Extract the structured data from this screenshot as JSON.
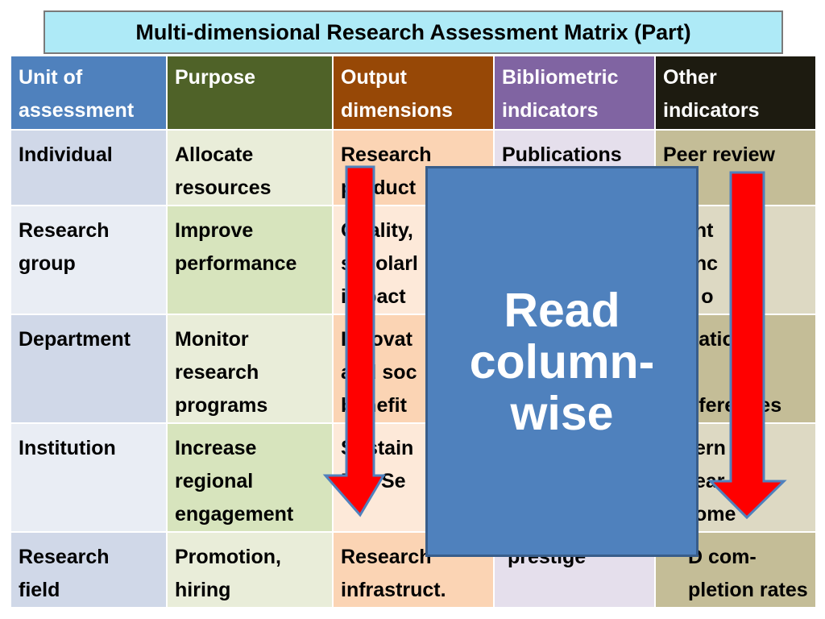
{
  "title": "Multi-dimensional Research Assessment Matrix (Part)",
  "table": {
    "headers": [
      "Unit of\nassessment",
      "Purpose",
      "Output\ndimensions",
      "Bibliometric\nindicators",
      "Other\nindicators"
    ],
    "rows": [
      [
        "Individual",
        "Allocate\nresources",
        "Research\nproduct",
        "Publications",
        "Peer review"
      ],
      [
        "Research\ngroup",
        "Improve\nperformance",
        "Quality,\nscholarl\nimpact",
        "",
        "ent\nenc\nn o"
      ],
      [
        "Department",
        "Monitor\nresearch\nprograms",
        "Innovat\nand soc\nbenefit",
        "",
        "itations\n\nnferences"
      ],
      [
        "Institution",
        "Increase\nregional\nengagement",
        "Sustain\nR & Se",
        "",
        "ern\near\nome"
      ],
      [
        "Research\nfield",
        "Promotion,\nhiring",
        "Research\ninfrastruct.",
        "‘prestige’",
        "D com-\npletion rates"
      ]
    ]
  },
  "overlay": {
    "text": "Read\ncolumn-\nwise"
  },
  "colors": {
    "arrow_fill": "#ff0000",
    "arrow_stroke": "#4f81bd",
    "overlay_fill": "#4f81bd"
  },
  "icons": [
    "down-arrow-icon",
    "down-arrow-icon"
  ]
}
